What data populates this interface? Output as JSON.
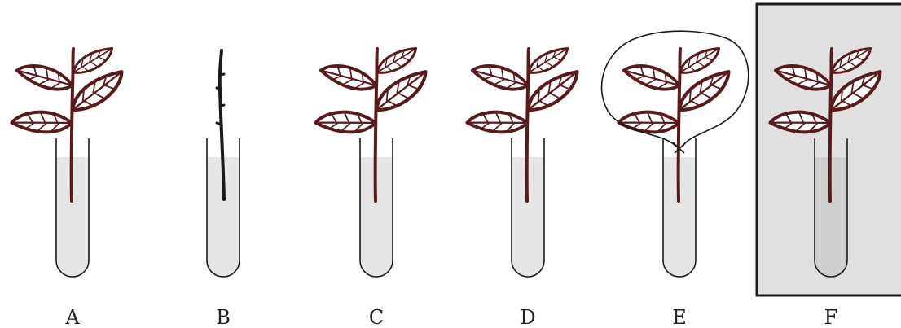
{
  "figure": {
    "background_color": "#ffffff",
    "leaf_color": "#5a1a1a",
    "stem_color": "#4a1414",
    "tube_outline_color": "#1a1a1a",
    "liquid_color": "#e6e6e6",
    "dark_box_fill": "#e0e0e0",
    "dark_liquid_color": "#cfcfcf",
    "bare_stem_color": "#1a1a1a",
    "setups": [
      {
        "label": "A",
        "plant": "leafy-shoot",
        "covering": "none"
      },
      {
        "label": "B",
        "plant": "leafless-stem",
        "covering": "none"
      },
      {
        "label": "C",
        "plant": "leafy-shoot",
        "covering": "none"
      },
      {
        "label": "D",
        "plant": "leafy-shoot",
        "covering": "none"
      },
      {
        "label": "E",
        "plant": "leafy-shoot",
        "covering": "plastic-bag"
      },
      {
        "label": "F",
        "plant": "leafy-shoot",
        "covering": "dark-box"
      }
    ]
  }
}
